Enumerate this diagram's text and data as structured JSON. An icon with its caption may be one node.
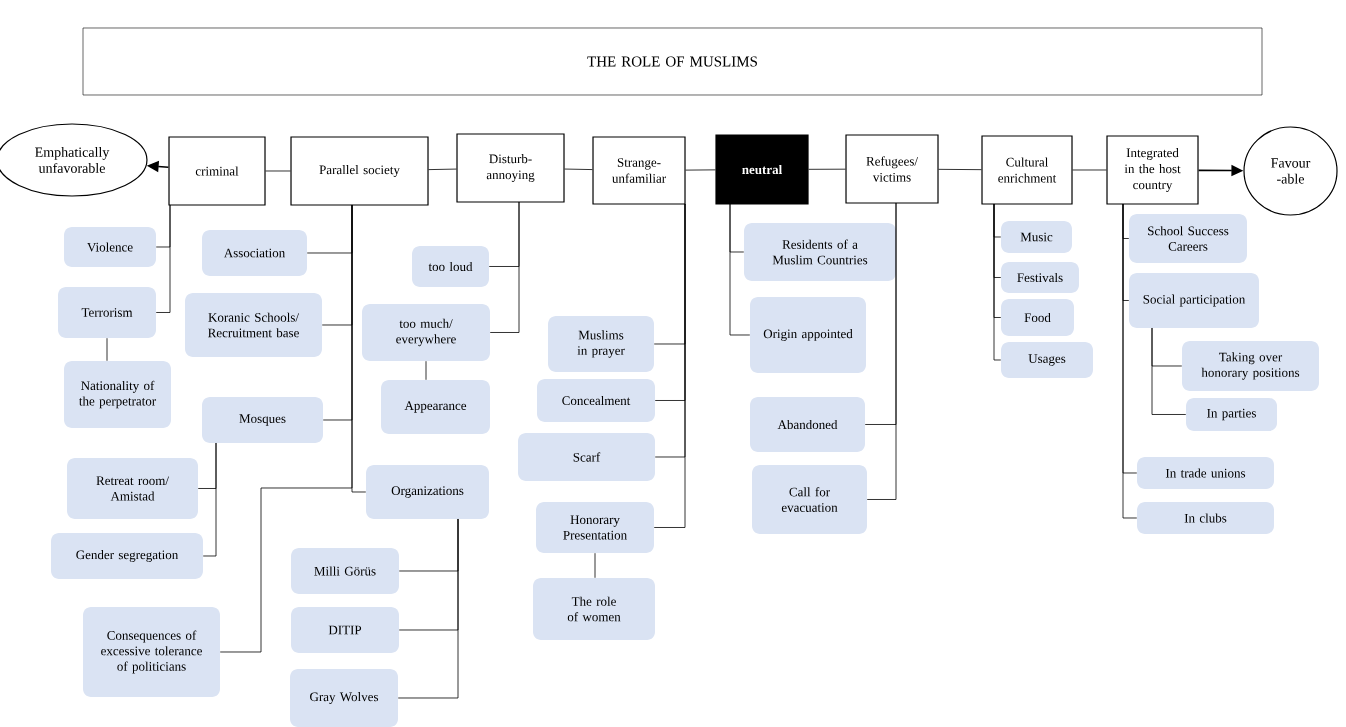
{
  "diagram": {
    "nodes": [
      {
        "text": [
          "THE ROLE OF MUSLIMS"
        ]
      },
      {
        "text": [
          "Emphatically unfavorable"
        ]
      },
      {
        "text": [
          "criminal"
        ]
      },
      {
        "text": [
          "Parallel society"
        ]
      },
      {
        "text": [
          "Disturb- annoying"
        ]
      },
      {
        "text": [
          "Strange- unfamiliar"
        ]
      },
      {
        "text": [
          "neutral"
        ]
      },
      {
        "text": [
          "Refugees/ victims"
        ]
      },
      {
        "text": [
          "Cultural enrichment"
        ]
      },
      {
        "text": [
          "Integrated in the host country"
        ]
      },
      {
        "text": [
          "Favour -able"
        ]
      },
      {
        "text": [
          "Violence"
        ]
      },
      {
        "text": [
          "Terrorism"
        ]
      },
      {
        "text": [
          "Nationality of the perpetrator"
        ]
      },
      {
        "text": [
          "Association"
        ]
      },
      {
        "text": [
          "Koranic Schools/ Recruitment base"
        ]
      },
      {
        "text": [
          "Mosques"
        ]
      },
      {
        "text": [
          "Retreat room/ Amistad"
        ]
      },
      {
        "text": [
          "Gender segregation"
        ]
      },
      {
        "text": [
          "Organizations"
        ]
      },
      {
        "text": [
          "Consequences of excessive tolerance of politicians"
        ]
      },
      {
        "text": [
          "Milli Görüs"
        ]
      },
      {
        "text": [
          "DITIP"
        ]
      },
      {
        "text": [
          "Gray Wolves"
        ]
      },
      {
        "text": [
          "too loud"
        ]
      },
      {
        "text": [
          "too much/ everywhere"
        ]
      },
      {
        "text": [
          "Appearance"
        ]
      },
      {
        "text": [
          "Muslims in prayer"
        ]
      },
      {
        "text": [
          "Concealment"
        ]
      },
      {
        "text": [
          "Scarf"
        ]
      },
      {
        "text": [
          "Honorary Presentation"
        ]
      },
      {
        "text": [
          "The role of women"
        ]
      },
      {
        "text": [
          "Residents of a Muslim Countries"
        ]
      },
      {
        "text": [
          "Origin appointed"
        ]
      },
      {
        "text": [
          "Abandoned"
        ]
      },
      {
        "text": [
          "Call for evacuation"
        ]
      },
      {
        "text": [
          "Music"
        ]
      },
      {
        "text": [
          "Festivals"
        ]
      },
      {
        "text": [
          "Food"
        ]
      },
      {
        "text": [
          "Usages"
        ]
      },
      {
        "text": [
          "School Success Careers"
        ]
      },
      {
        "text": [
          "Social participation"
        ]
      },
      {
        "text": [
          "Taking over honorary positions"
        ]
      },
      {
        "text": [
          "In parties"
        ]
      },
      {
        "text": [
          "In trade unions"
        ]
      },
      {
        "text": [
          "In clubs"
        ]
      }
    ],
    "edges": [
      {
        "from": 2,
        "to": 1,
        "arrow": "to"
      },
      {
        "from": 2,
        "to": 3,
        "arrow": "none"
      },
      {
        "from": 3,
        "to": 4,
        "arrow": "none"
      },
      {
        "from": 4,
        "to": 5,
        "arrow": "none"
      },
      {
        "from": 5,
        "to": 6,
        "arrow": "none"
      },
      {
        "from": 6,
        "to": 7,
        "arrow": "none"
      },
      {
        "from": 7,
        "to": 8,
        "arrow": "none"
      },
      {
        "from": 8,
        "to": 9,
        "arrow": "none"
      },
      {
        "from": 9,
        "to": 10,
        "arrow": "to"
      },
      {
        "from": 2,
        "to": 11,
        "arrow": "none"
      },
      {
        "from": 2,
        "to": 12,
        "arrow": "none"
      },
      {
        "from": 12,
        "to": 13,
        "arrow": "none"
      },
      {
        "from": 3,
        "to": 14,
        "arrow": "none"
      },
      {
        "from": 3,
        "to": 15,
        "arrow": "none"
      },
      {
        "from": 3,
        "to": 16,
        "arrow": "none"
      },
      {
        "from": 3,
        "to": 19,
        "arrow": "none"
      },
      {
        "from": 3,
        "to": 20,
        "arrow": "none"
      },
      {
        "from": 16,
        "to": 17,
        "arrow": "none"
      },
      {
        "from": 16,
        "to": 18,
        "arrow": "none"
      },
      {
        "from": 19,
        "to": 21,
        "arrow": "none"
      },
      {
        "from": 19,
        "to": 22,
        "arrow": "none"
      },
      {
        "from": 19,
        "to": 23,
        "arrow": "none"
      },
      {
        "from": 4,
        "to": 24,
        "arrow": "none"
      },
      {
        "from": 4,
        "to": 25,
        "arrow": "none"
      },
      {
        "from": 25,
        "to": 26,
        "arrow": "none"
      },
      {
        "from": 5,
        "to": 27,
        "arrow": "none"
      },
      {
        "from": 5,
        "to": 28,
        "arrow": "none"
      },
      {
        "from": 5,
        "to": 29,
        "arrow": "none"
      },
      {
        "from": 5,
        "to": 30,
        "arrow": "none"
      },
      {
        "from": 30,
        "to": 31,
        "arrow": "none"
      },
      {
        "from": 6,
        "to": 32,
        "arrow": "none"
      },
      {
        "from": 6,
        "to": 33,
        "arrow": "none"
      },
      {
        "from": 7,
        "to": 34,
        "arrow": "none"
      },
      {
        "from": 7,
        "to": 35,
        "arrow": "none"
      },
      {
        "from": 8,
        "to": 36,
        "arrow": "none"
      },
      {
        "from": 8,
        "to": 37,
        "arrow": "none"
      },
      {
        "from": 8,
        "to": 38,
        "arrow": "none"
      },
      {
        "from": 8,
        "to": 39,
        "arrow": "none"
      },
      {
        "from": 9,
        "to": 40,
        "arrow": "none"
      },
      {
        "from": 9,
        "to": 41,
        "arrow": "none"
      },
      {
        "from": 9,
        "to": 44,
        "arrow": "none"
      },
      {
        "from": 9,
        "to": 45,
        "arrow": "none"
      },
      {
        "from": 41,
        "to": 42,
        "arrow": "none"
      },
      {
        "from": 41,
        "to": 43,
        "arrow": "none"
      }
    ]
  }
}
